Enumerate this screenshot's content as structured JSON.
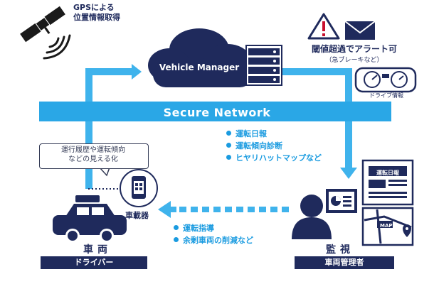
{
  "gps": {
    "line1": "GPSによる",
    "line2": "位置情報取得"
  },
  "cloud": {
    "label": "Vehicle Manager"
  },
  "alert": {
    "title": "閾値超過でアラート可",
    "subtitle": "（急ブレーキなど）"
  },
  "meter": {
    "label": "ドライブ情報"
  },
  "network": {
    "label": "Secure Network"
  },
  "upload_items": [
    "運転日報",
    "運転傾向診断",
    "ヒヤリハットマップなど"
  ],
  "feedback_items": [
    "運転指導",
    "余剰車両の削減など"
  ],
  "callout": {
    "line1": "運行履歴や運転傾向",
    "line2": "などの見える化"
  },
  "device": {
    "label": "車載器"
  },
  "vehicle": {
    "title": "車両",
    "role": "ドライバー"
  },
  "monitor": {
    "title": "監視",
    "role": "車両管理者"
  },
  "report": {
    "label": "運転日報"
  },
  "map": {
    "label": "MAP"
  },
  "colors": {
    "navy": "#1f2a5c",
    "accent_blue": "#1a9be0",
    "arrow_light_blue": "#3fb3ec"
  },
  "icons": [
    "satellite-icon",
    "signal-waves-icon",
    "cloud-icon",
    "server-icon",
    "warning-icon",
    "mail-icon",
    "dashboard-meter-icon",
    "car-icon",
    "phone-device-icon",
    "person-icon",
    "monitor-chart-icon",
    "report-document-icon",
    "map-icon"
  ]
}
